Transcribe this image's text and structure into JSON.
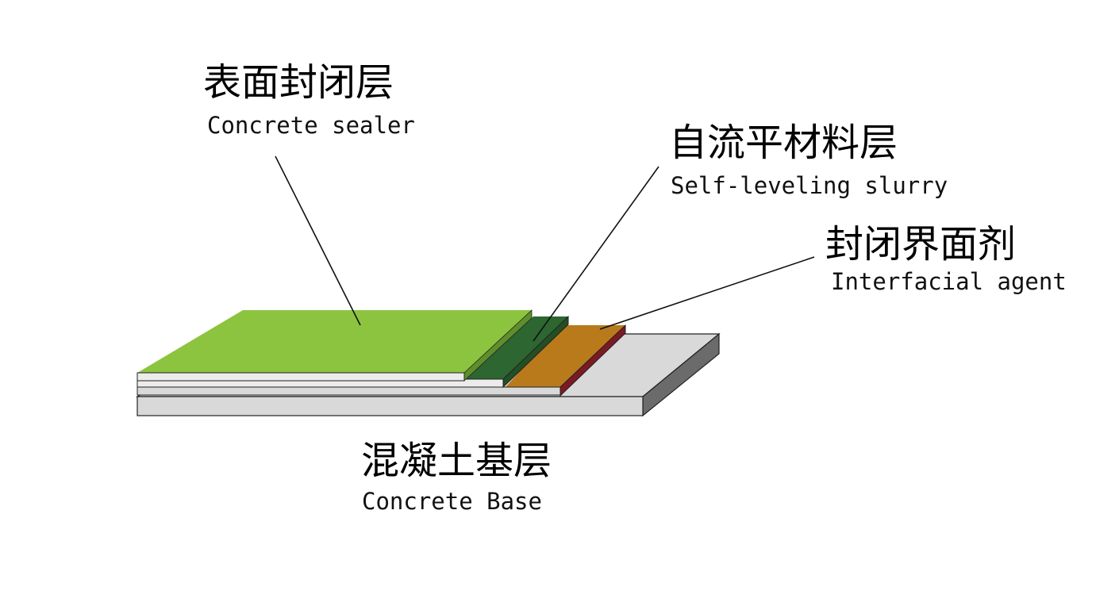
{
  "layers": {
    "sealer": {
      "label_zh": "表面封闭层",
      "label_en": "Concrete sealer",
      "color": "#8cc43f"
    },
    "slurry": {
      "label_zh": "自流平材料层",
      "label_en": "Self-leveling slurry",
      "color": "#2d6630"
    },
    "agent": {
      "label_zh": "封闭界面剂",
      "label_en": "Interfacial agent",
      "color": "#b97a1b"
    },
    "base": {
      "label_zh": "混凝土基层",
      "label_en": "Concrete Base",
      "color": "#d9d9d9"
    }
  }
}
